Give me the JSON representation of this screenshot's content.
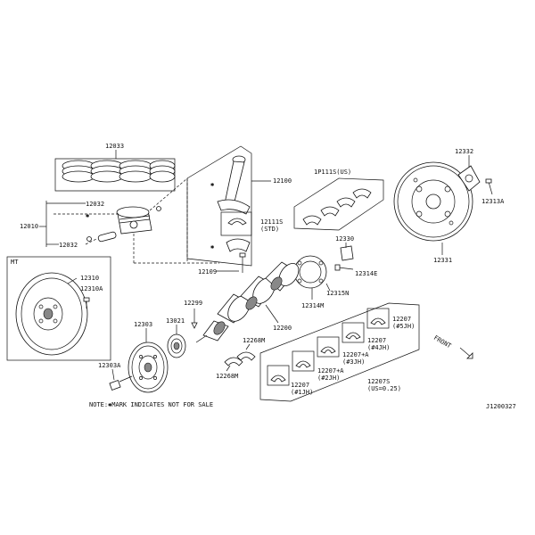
{
  "labels": {
    "p12033": "12033",
    "p12032": "12032",
    "p12010": "12010",
    "p12032b": "12032",
    "p12100": "12100",
    "p12111s": "12111S",
    "p12111s_sub": "(STD)",
    "p12109": "12109",
    "p1p111s": "1P111S(US)",
    "p12330": "12330",
    "p12314e": "12314E",
    "p12315n": "12315N",
    "p12314m": "12314M",
    "p12331": "12331",
    "p12332": "12332",
    "p12313a": "12313A",
    "mt": "MT",
    "p12310": "12310",
    "p12310a": "12310A",
    "p12299": "12299",
    "p13021": "13021",
    "p12303": "12303",
    "p12303a": "12303A",
    "p12200": "12200",
    "p12268m": "12268M",
    "p12268m_b": "12268M",
    "p12207_1": "12207",
    "p12207_1_sub": "(#5JH)",
    "p12207_2": "12207",
    "p12207_2_sub": "(#4JH)",
    "p12207a_1": "12207+A",
    "p12207a_1_sub": "(#3JH)",
    "p12207a_2": "12207+A",
    "p12207a_2_sub": "(#2JH)",
    "p12207_3": "12207",
    "p12207_3_sub": "(#1JH)",
    "p12207s": "12207S",
    "p12207s_sub": "(US=0.25)",
    "front": "FRONT",
    "note": "NOTE:✱MARK INDICATES NOT FOR SALE",
    "diagram_id": "J1200327"
  },
  "icons": {
    "front_arrow": "arrow-down-right-icon",
    "not_for_sale_mark": "asterisk-icon"
  }
}
